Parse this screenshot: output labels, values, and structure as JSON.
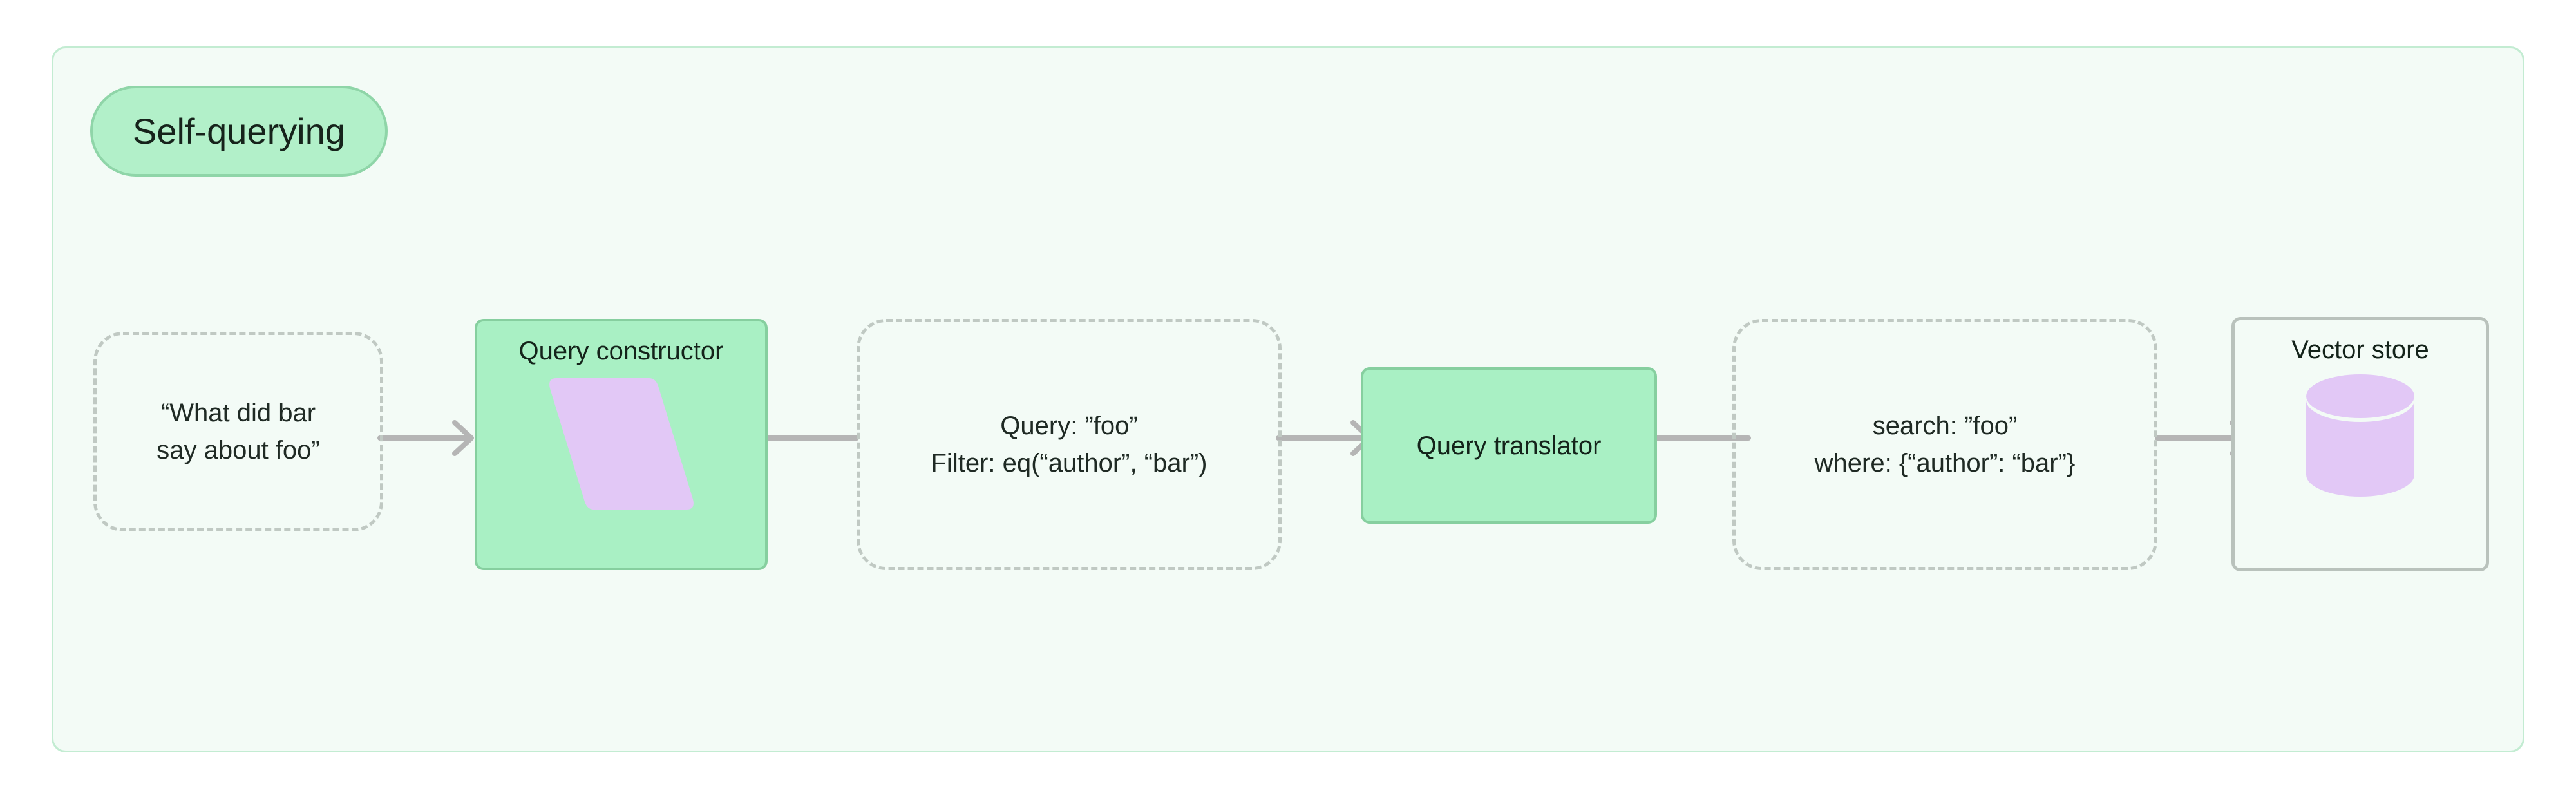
{
  "diagram": {
    "title": "Self-querying",
    "background_color": "#f3fbf6",
    "border_color": "#c3ecd2",
    "accent_green": "#a9f0c4",
    "accent_purple": "#e2c8f6",
    "edge_color": "#b5b5b5",
    "dashed_border_color": "#c0c9c3"
  },
  "nodes": {
    "user_query": {
      "type": "dashed",
      "line1": "“What did bar",
      "line2": "say about foo”"
    },
    "query_constructor": {
      "type": "process",
      "title": "Query constructor",
      "glyph": "parallelogram-icon"
    },
    "structured_query": {
      "type": "dashed",
      "line1": "Query: ”foo”",
      "line2": "Filter: eq(“author”, “bar”)"
    },
    "query_translator": {
      "type": "process",
      "title": "Query translator"
    },
    "native_query": {
      "type": "dashed",
      "line1": "search: ”foo”",
      "line2": "where: {“author”: “bar”}"
    },
    "vector_store": {
      "type": "store",
      "title": "Vector store",
      "glyph": "database-cylinder-icon"
    }
  },
  "edges": [
    {
      "from": "user_query",
      "to": "query_constructor",
      "arrowhead": true
    },
    {
      "from": "query_constructor",
      "to": "structured_query",
      "arrowhead": false
    },
    {
      "from": "structured_query",
      "to": "query_translator",
      "arrowhead": true
    },
    {
      "from": "query_translator",
      "to": "native_query",
      "arrowhead": false
    },
    {
      "from": "native_query",
      "to": "vector_store",
      "arrowhead": true
    }
  ]
}
